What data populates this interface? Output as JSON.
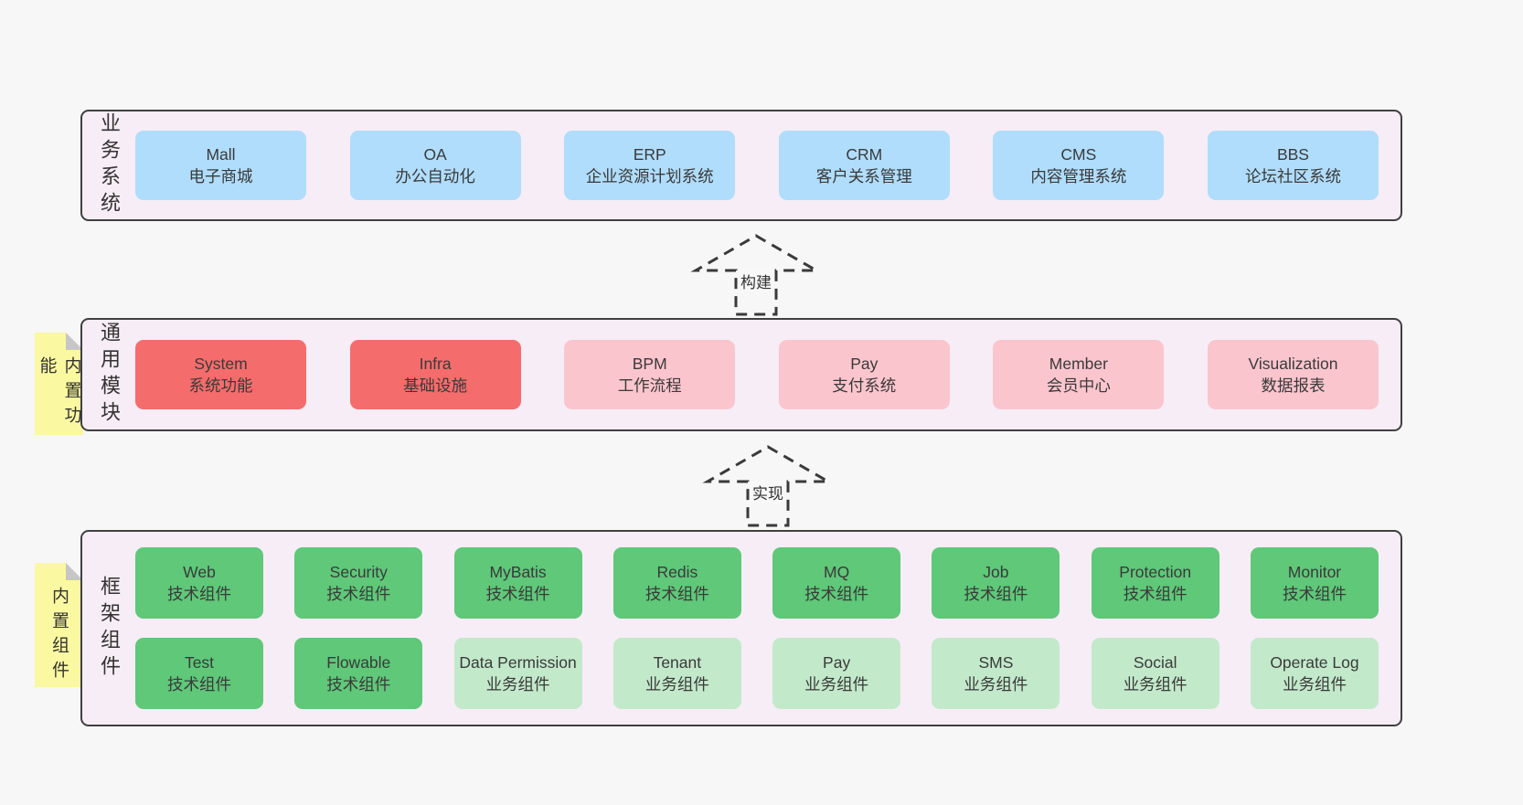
{
  "colors": {
    "page_bg": "#f7f7f7",
    "band_bg": "#f6edf6",
    "band_border": "#404040",
    "blue_box": "#b0ddfb",
    "red_box": "#f56c6c",
    "pink_box": "#fbc5ce",
    "green_box": "#5fc879",
    "light_green_box": "#c3e9cb",
    "sticky_yellow": "#fbf8a2",
    "text": "#3a3a3a"
  },
  "bands": [
    {
      "label": "业务系统",
      "items": [
        {
          "title": "Mall",
          "subtitle": "电子商城",
          "variant": "blue"
        },
        {
          "title": "OA",
          "subtitle": "办公自动化",
          "variant": "blue"
        },
        {
          "title": "ERP",
          "subtitle": "企业资源计划系统",
          "variant": "blue"
        },
        {
          "title": "CRM",
          "subtitle": "客户关系管理",
          "variant": "blue"
        },
        {
          "title": "CMS",
          "subtitle": "内容管理系统",
          "variant": "blue"
        },
        {
          "title": "BBS",
          "subtitle": "论坛社区系统",
          "variant": "blue"
        }
      ]
    },
    {
      "label": "通用模块",
      "sticky": "内置功能",
      "items": [
        {
          "title": "System",
          "subtitle": "系统功能",
          "variant": "red"
        },
        {
          "title": "Infra",
          "subtitle": "基础设施",
          "variant": "red"
        },
        {
          "title": "BPM",
          "subtitle": "工作流程",
          "variant": "pink"
        },
        {
          "title": "Pay",
          "subtitle": "支付系统",
          "variant": "pink"
        },
        {
          "title": "Member",
          "subtitle": "会员中心",
          "variant": "pink"
        },
        {
          "title": "Visualization",
          "subtitle": "数据报表",
          "variant": "pink"
        }
      ]
    },
    {
      "label": "框架组件",
      "sticky": "内置组件",
      "rows": [
        [
          {
            "title": "Web",
            "subtitle": "技术组件",
            "variant": "green"
          },
          {
            "title": "Security",
            "subtitle": "技术组件",
            "variant": "green"
          },
          {
            "title": "MyBatis",
            "subtitle": "技术组件",
            "variant": "green"
          },
          {
            "title": "Redis",
            "subtitle": "技术组件",
            "variant": "green"
          },
          {
            "title": "MQ",
            "subtitle": "技术组件",
            "variant": "green"
          },
          {
            "title": "Job",
            "subtitle": "技术组件",
            "variant": "green"
          },
          {
            "title": "Protection",
            "subtitle": "技术组件",
            "variant": "green"
          },
          {
            "title": "Monitor",
            "subtitle": "技术组件",
            "variant": "green"
          }
        ],
        [
          {
            "title": "Test",
            "subtitle": "技术组件",
            "variant": "green"
          },
          {
            "title": "Flowable",
            "subtitle": "技术组件",
            "variant": "green"
          },
          {
            "title": "Data Permission",
            "subtitle": "业务组件",
            "variant": "light-green"
          },
          {
            "title": "Tenant",
            "subtitle": "业务组件",
            "variant": "light-green"
          },
          {
            "title": "Pay",
            "subtitle": "业务组件",
            "variant": "light-green"
          },
          {
            "title": "SMS",
            "subtitle": "业务组件",
            "variant": "light-green"
          },
          {
            "title": "Social",
            "subtitle": "业务组件",
            "variant": "light-green"
          },
          {
            "title": "Operate Log",
            "subtitle": "业务组件",
            "variant": "light-green"
          }
        ]
      ]
    }
  ],
  "arrows": [
    {
      "label": "构建"
    },
    {
      "label": "实现"
    }
  ]
}
